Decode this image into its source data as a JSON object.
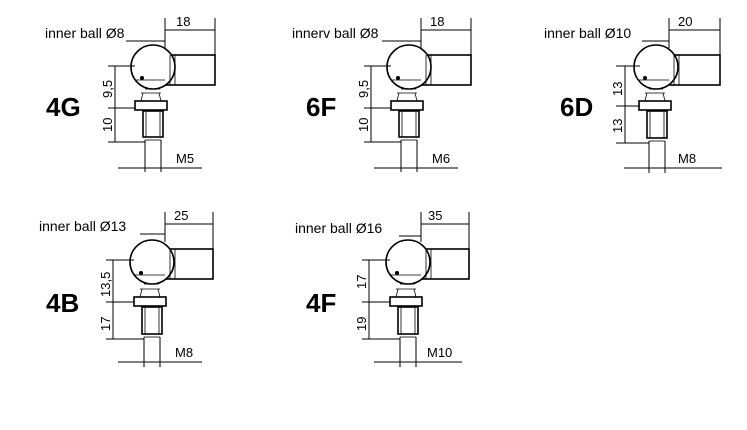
{
  "diagram": {
    "parts": [
      {
        "code": "4G",
        "ball_label": "inner ball Ø8",
        "width": "18",
        "upper": "9,5",
        "lower": "10",
        "thread": "M5"
      },
      {
        "code": "6F",
        "ball_label": "innerv ball Ø8",
        "width": "18",
        "upper": "9,5",
        "lower": "10",
        "thread": "M6"
      },
      {
        "code": "6D",
        "ball_label": "inner ball Ø10",
        "width": "20",
        "upper": "13",
        "lower": "13",
        "thread": "M8"
      },
      {
        "code": "4B",
        "ball_label": "inner ball Ø13",
        "width": "25",
        "upper": "13,5",
        "lower": "17",
        "thread": "M8"
      },
      {
        "code": "4F",
        "ball_label": "inner ball Ø16",
        "width": "35",
        "upper": "17",
        "lower": "19",
        "thread": "M10"
      }
    ]
  }
}
